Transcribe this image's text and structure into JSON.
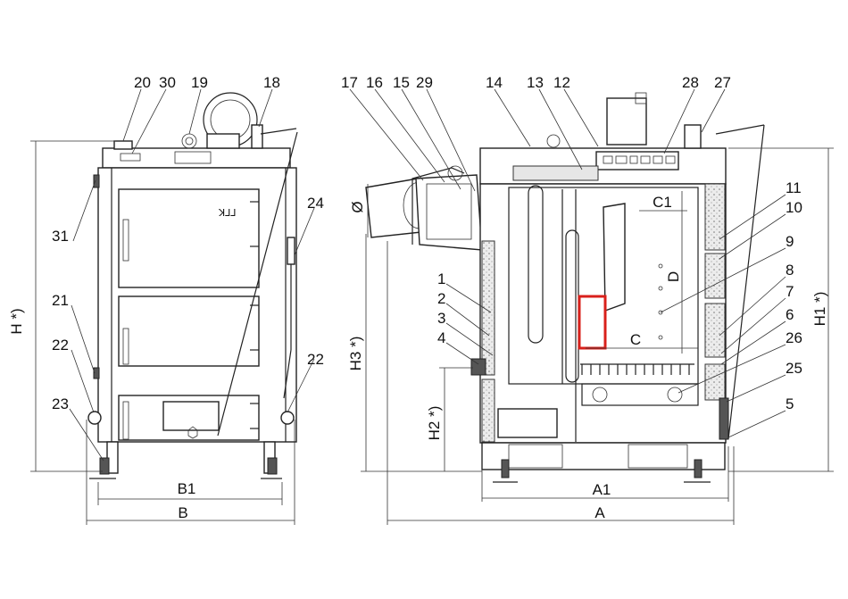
{
  "front_view": {
    "part_numbers": [
      "20",
      "30",
      "19",
      "18",
      "31",
      "24",
      "21",
      "22",
      "23",
      "22"
    ],
    "dimensions": [
      "H *)",
      "B1",
      "B"
    ],
    "door_logo": "ꓘ⅃⅃"
  },
  "side_view": {
    "part_numbers": [
      "17",
      "16",
      "15",
      "29",
      "14",
      "13",
      "12",
      "28",
      "27",
      "11",
      "10",
      "9",
      "8",
      "7",
      "6",
      "26",
      "25",
      "5",
      "1",
      "2",
      "3",
      "4"
    ],
    "dimensions": [
      "Ø",
      "C1",
      "D",
      "C",
      "H1 *)",
      "H3 *)",
      "H2 *)",
      "A1",
      "A"
    ]
  },
  "highlight_color": "#d9201b"
}
